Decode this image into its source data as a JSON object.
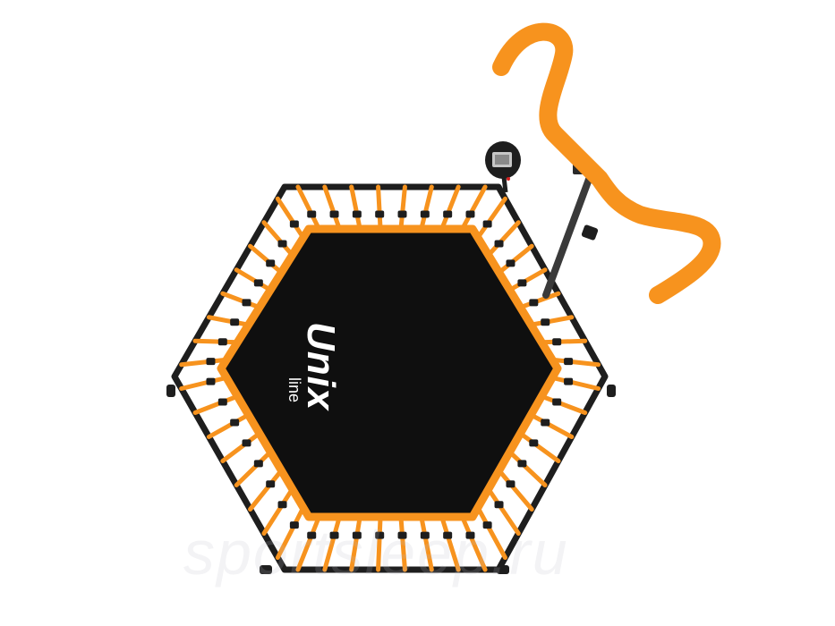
{
  "product": {
    "brand_main": "Unix",
    "brand_sub": "line"
  },
  "watermark": {
    "text": "sportsleep.ru"
  },
  "colors": {
    "accent": "#f7931e",
    "frame": "#1e1e1e",
    "mat": "#0f0f0f",
    "background": "#ffffff"
  },
  "icons": [
    "trampoline-frame",
    "handlebar",
    "display-monitor"
  ]
}
